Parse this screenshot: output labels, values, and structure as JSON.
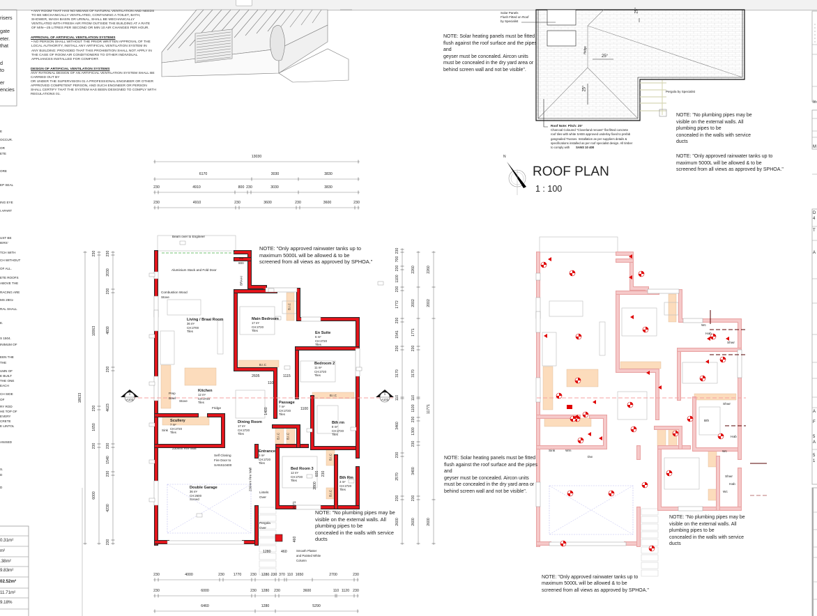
{
  "left_panel": {
    "partial_lines": [
      "risers",
      "gate",
      "eter.",
      "that",
      "d",
      "to",
      "er",
      "encies"
    ],
    "spec_fragments": [
      "E",
      "OCCUR.",
      "OR",
      "ETE",
      "ORE",
      "EP SEAL",
      "ING EYE",
      "I APART",
      "UST BE",
      "IERS'",
      "TCH WITH",
      "CH WITHOUT",
      "OF ALL.",
      "ETE ROOFS",
      "ABOVE THE",
      "RACING ARE",
      "MS 2801-",
      "RAL SHALL",
      "E.",
      "S 1504.",
      "INIMUM OF",
      "EEN THE",
      "THE",
      "UMN OF",
      "E BUILT",
      "THE ONE",
      "EACH",
      "CH SIDE",
      "OF",
      "RY ROD",
      "HE TOP OF",
      "EVERY",
      "CRETE",
      "E LINTOL",
      "ANISED",
      "S.",
      "D",
      "D"
    ],
    "area_table": [
      "0.31m²",
      "m²",
      ".38m²",
      "9.83m²",
      "02.52m²",
      "11.71m²",
      "9.18%"
    ]
  },
  "ventilation": {
    "para1": [
      "• ANY ROOM THAT HAS NO MEANS OF NATURAL VENTILATION AND NEEDS",
      "TO BE MECHANICALLY VENTILATED, CONTAINING A TOILET, BATH,",
      "SHOWER, WASH BASIN OR URINAL, SHALL BE MECHANICALLY",
      "VENTILATED WITH FRESH AIR FROM OUTSIDE THE BUILDING AT A RATE",
      "OF MIN—25 LITRES PER SECOND OR MIN 10 AIR CHANGES PER HOUR."
    ],
    "heading2": "APPROVAL OF ARTIFICIAL VENTILATION SYSTEMS",
    "para2": [
      "• NO PERSON SHALL WITHOUT THE PRIOR WRITTEN APPROVAL OF THE",
      "LOCAL AUTHORITY, INSTALL ANY ARTIFICIAL VENTILATION SYSTEM IN",
      "ANY BUILDING: PROVIDED THAT THIS PROHIBITION SHALL NOT APPLY IN",
      "THE CASE OF ROOM AIR CONDITIONERS TO OTHER INDIVIDUAL",
      "APPLIANCES INSTALLED FOR COMFORT."
    ],
    "heading3": "DESIGN OF ARTIFICIAL VENTILATION SYSTEMS",
    "para3": [
      "ANY RATIONAL DESIGN OF AN ARTIFICIAL VENTILATION SYSTEM SHALL BE",
      "CARRIED OUT BY",
      "OR UNDER THE SUPERVISION 01 A PROFESSIONAL ENGINEER OR OTHER",
      "APPROVED COMPETENT PERSON, AND SUCH ENGINEER OR PERSON",
      "SHALL CERTIFY THAT THE SYSTEM HAS BEEN DESIGNED TO COMPLY WITH",
      "REGULATIONS 01."
    ]
  },
  "notes": {
    "solar": [
      "NOTE: Solar heating panels must be fitted",
      "flush against the roof surface and the pipes",
      "and",
      "geyser must be concealed. Aircon units",
      "must be concealed in the dry yard area or",
      "behind screen wall and not be visible\"."
    ],
    "plumbing": [
      "NOTE: \"No plumbing pipes may be",
      "visible on the external walls. All",
      "plumbing pipes to be",
      "concealed in the walls with service",
      "ducts"
    ],
    "rainwater": [
      "NOTE: \"Only approved rainwater tanks up to",
      "maximum 5000L will be allowed & to be",
      "screened from all views as approved by SPHOA.\""
    ]
  },
  "roof_plan": {
    "title": "ROOF PLAN",
    "scale": "1 : 100",
    "north": "N",
    "solar_label": [
      "Solar Panels",
      "Flush Fitted on Roof",
      "by Specialist"
    ],
    "ridge": "Ridge",
    "pitch": "25°",
    "pergola": "Pergola by Specialist",
    "roof_note_title": "Roof Note: Pitch: 25°",
    "roof_note": [
      "Charcoal Coloured \"Cloverland renown\" flat fitted concrete",
      "roof tiles with white SABS approved underlay fixed to prefab",
      "gangnailed Trusses. Installation as per suppliers details &",
      "specifications installed as per roof specialist design. All timber"
    ],
    "roof_note_last": "to comply with ",
    "roof_note_sans": "SANS 10 400"
  },
  "section_marker": {
    "number": "1",
    "sheet": "A103"
  },
  "main_plan": {
    "rooms": [
      {
        "name": "Living / Braai Room",
        "area": "36 m²",
        "ceiling": "CH:2700",
        "finish": "Tiles"
      },
      {
        "name": "Main Bedroom",
        "area": "17 m²",
        "ceiling": "CH:2720",
        "finish": "Tiles"
      },
      {
        "name": "En Suite",
        "area": "6 m²",
        "ceiling": "CH:2720",
        "finish": "Tiles"
      },
      {
        "name": "Bedroom 2",
        "area": "11 m²",
        "ceiling": "CH:2720",
        "finish": "Tiles"
      },
      {
        "name": "Kitchen",
        "area": "12 m²",
        "ceiling": "CH:2720",
        "finish": "Tiles"
      },
      {
        "name": "Passage",
        "area": "7 m²",
        "ceiling": "CH:2720",
        "finish": "Tiles"
      },
      {
        "name": "Dining Room",
        "area": "17 m²",
        "ceiling": "CH:2720",
        "finish": "Tiles"
      },
      {
        "name": "Scullery",
        "area": "7 m²",
        "ceiling": "CH:2720",
        "finish": "Tiles"
      },
      {
        "name": "Bth rm",
        "area": "8 m²",
        "ceiling": "CH:2720",
        "finish": "Tiles"
      },
      {
        "name": "Entrance",
        "area": "3 m²",
        "ceiling": "CH:2720",
        "finish": "Tiles"
      },
      {
        "name": "Bed Room 3",
        "area": "12 m²",
        "ceiling": "CH:2720",
        "finish": "Tiles"
      },
      {
        "name": "Bth Rm",
        "area": "3 m²",
        "ceiling": "CH:2720",
        "finish": "Tiles"
      },
      {
        "name": "Double Garage",
        "area": "36 m²",
        "ceiling": "CH:2600",
        "finish": "Screed"
      }
    ],
    "labels": {
      "beam": "Beam over to Engineer",
      "stack_door": "Aluminium Stack and Fold Door",
      "wood_stove": [
        "Combustion Wood",
        "Stove"
      ],
      "tso": [
        "Tso",
        "800"
      ],
      "braai": "BRAAI",
      "bic": "B.I.C",
      "prep": [
        "Prep",
        "Bowl"
      ],
      "stove": "Stove",
      "fridge": "Fridge",
      "sink": "Sink",
      "fire_wall": "230mm Fire Wall",
      "fire_door": [
        "Self Closing",
        "Fire Door to",
        "SANS10400"
      ],
      "lintels": [
        "Lintels",
        "Over"
      ],
      "pergola": [
        "Pergola",
        "Over"
      ],
      "column": [
        "Smooth Plaster",
        "and Painted White",
        "Column"
      ]
    },
    "internal_dims": [
      "2605",
      "1115",
      "110",
      "1400",
      "1100",
      "600",
      "230",
      "2800",
      "2071",
      "460",
      "1280",
      "460"
    ]
  },
  "plumbing_plan": {
    "labels": [
      "Sink",
      "Wm",
      "Dw",
      "Wc",
      "Hab",
      "Shwr",
      "Shwr",
      "Bth",
      "Hab",
      "Wc",
      "Shwr",
      "Hab",
      "Wc"
    ]
  },
  "dims": {
    "top": [
      [
        "13030"
      ],
      [
        "6170",
        "3030",
        "3830"
      ],
      [
        "230",
        "4910",
        "800",
        "230",
        "3030",
        "3830"
      ],
      [
        "230",
        "4910",
        "230",
        "3600",
        "230",
        "3600",
        "230"
      ]
    ],
    "bottom": [
      [
        "230",
        "4000",
        "230",
        "1770",
        "230",
        "1280",
        "230",
        "370",
        "110",
        "1650",
        "2700",
        "230"
      ],
      [
        "230",
        "6000",
        "230",
        "1280",
        "230",
        "3600",
        "110",
        "1120",
        "230"
      ],
      [
        "6460",
        "1280",
        "5290"
      ]
    ],
    "left": [
      [
        "18633"
      ],
      [
        "230",
        "10063",
        "230",
        "1650",
        "230",
        "6000"
      ],
      [
        "230",
        "2030",
        "230",
        "4830",
        "230",
        "4623",
        "230",
        "1540",
        "230",
        "4230",
        "230"
      ]
    ],
    "right": [
      [
        "230",
        "700",
        "230",
        "1100",
        "230",
        "1772",
        "230",
        "1541",
        "230",
        "3170",
        "110",
        "3460",
        "230",
        "2570",
        "230",
        "2600"
      ],
      [
        "2260",
        "2002",
        "1771",
        "230",
        "3170",
        "110",
        "1100",
        "230",
        "1300",
        "230",
        "3400",
        "230",
        "2600"
      ],
      [
        "2260",
        "2002",
        "11771",
        "2600"
      ]
    ]
  },
  "title_block_fragments": [
    "In",
    "M",
    "D",
    "4",
    "T",
    "A",
    "A",
    "F",
    "5",
    "A",
    "5",
    "1"
  ],
  "colors": {
    "wall_red": "#e8141b",
    "wall_pink": "#f6caca",
    "cupboard": "#fcdcbc",
    "section_line": "#f4a0a0",
    "light_red": "#e00000"
  }
}
